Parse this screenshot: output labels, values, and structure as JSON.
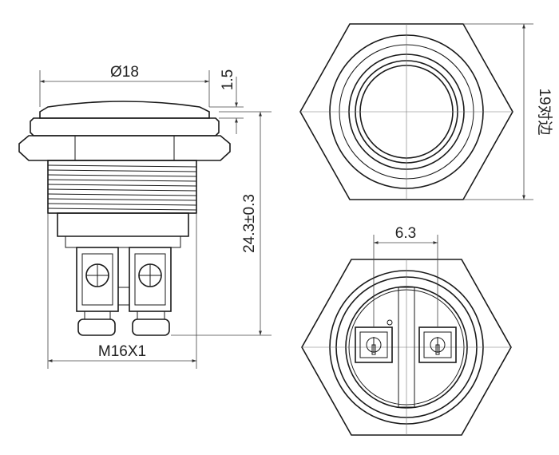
{
  "dimensions": {
    "diameter": "Ø18",
    "cap_height": "1.5",
    "body_length": "24.3±0.3",
    "thread": "M16X1",
    "across_flats": "19对边",
    "terminal_spacing": "6.3"
  }
}
